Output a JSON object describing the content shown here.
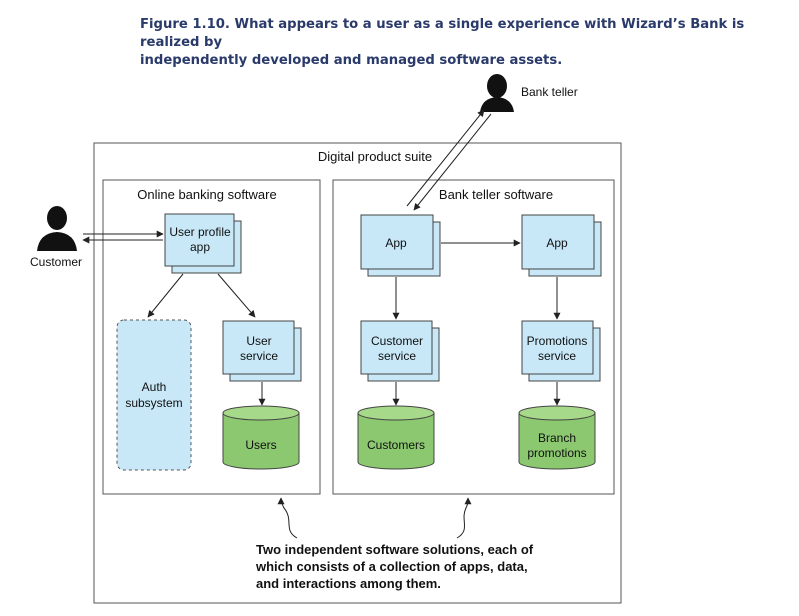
{
  "caption": {
    "line1": "Figure 1.10. What appears to a user as a single experience with Wizard’s Bank is realized by",
    "line2": "independently developed and managed software assets."
  },
  "actors": {
    "bank_teller": "Bank teller",
    "customer": "Customer"
  },
  "suite": {
    "title": "Digital product suite"
  },
  "online_banking": {
    "title": "Online banking software",
    "user_profile_app": [
      "User profile",
      "app"
    ],
    "auth_subsystem": [
      "Auth",
      "subsystem"
    ],
    "user_service": [
      "User",
      "service"
    ],
    "users_db": "Users"
  },
  "bank_teller_software": {
    "title": "Bank teller software",
    "app_left": "App",
    "app_right": "App",
    "customer_service": [
      "Customer",
      "service"
    ],
    "promotions_service": [
      "Promotions",
      "service"
    ],
    "customers_db": "Customers",
    "branch_promotions_db": [
      "Branch",
      "promotions"
    ]
  },
  "annotation": {
    "line1": "Two independent software solutions, each of",
    "line2": "which consists of a collection of apps, data,",
    "line3": "and interactions among them."
  },
  "colors": {
    "app_fill": "#c8e8f8",
    "db_fill": "#8cc870",
    "db_top": "#a7d98a",
    "border": "#444444",
    "caption": "#2a3a6a"
  }
}
